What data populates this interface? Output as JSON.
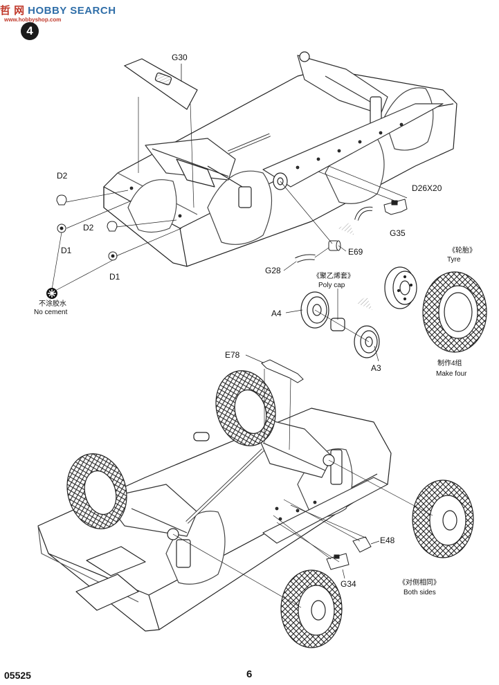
{
  "watermark": {
    "brand": "HOBBY SEARCH",
    "hanzi": "哲 网",
    "url": "www.hobbyshop.com"
  },
  "step": {
    "number": "4"
  },
  "labels": {
    "g30": "G30",
    "d2_top": "D2",
    "d1_left": "D1",
    "d2_mid": "D2",
    "d1_bottom": "D1",
    "no_cement_cn": "不涂胶水",
    "no_cement_en": "No cement",
    "d26x20": "D26X20",
    "g35": "G35",
    "e69": "E69",
    "g28": "G28",
    "poly_cap_cn": "《聚乙烯套》",
    "poly_cap_en": "Poly cap",
    "tyre_cn": "《轮胎》",
    "tyre_en": "Tyre",
    "a4": "A4",
    "a3": "A3",
    "make_four_cn": "制作4组",
    "make_four_en": "Make four",
    "e78": "E78",
    "e48": "E48",
    "g34": "G34",
    "both_sides_cn": "《对侧相同》",
    "both_sides_en": "Both sides"
  },
  "footer": {
    "kit_code": "05525",
    "page_number": "6"
  }
}
